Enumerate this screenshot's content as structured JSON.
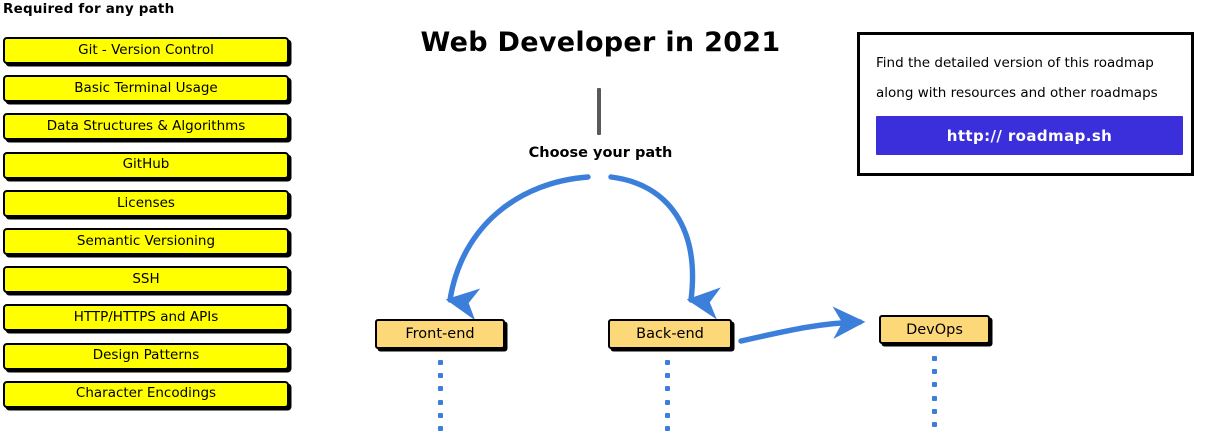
{
  "sidebar": {
    "header": "Required for any path",
    "box_fill": "#ffff00",
    "box_border": "#000000",
    "items": [
      {
        "label": "Git - Version Control"
      },
      {
        "label": "Basic Terminal Usage"
      },
      {
        "label": "Data Structures & Algorithms"
      },
      {
        "label": "GitHub"
      },
      {
        "label": "Licenses"
      },
      {
        "label": "Semantic Versioning"
      },
      {
        "label": "SSH"
      },
      {
        "label": "HTTP/HTTPS and APIs"
      },
      {
        "label": "Design Patterns"
      },
      {
        "label": "Character Encodings"
      }
    ]
  },
  "center": {
    "title": "Web Developer in 2021",
    "choose_label": "Choose your path",
    "stem_color": "#5a5a5a",
    "arrow_color": "#3b7fdb",
    "nodes": [
      {
        "id": "frontend",
        "label": "Front-end"
      },
      {
        "id": "backend",
        "label": "Back-end"
      },
      {
        "id": "devops",
        "label": "DevOps"
      }
    ],
    "node_fill": "#fcd878",
    "dot_color": "#3b7fdb",
    "dot_count": 6
  },
  "info": {
    "line1": "Find the detailed version of this roadmap",
    "line2": "along with resources and other roadmaps",
    "button_label": "http:// roadmap.sh",
    "button_color": "#3b2edb",
    "button_text_color": "#ffffff"
  }
}
